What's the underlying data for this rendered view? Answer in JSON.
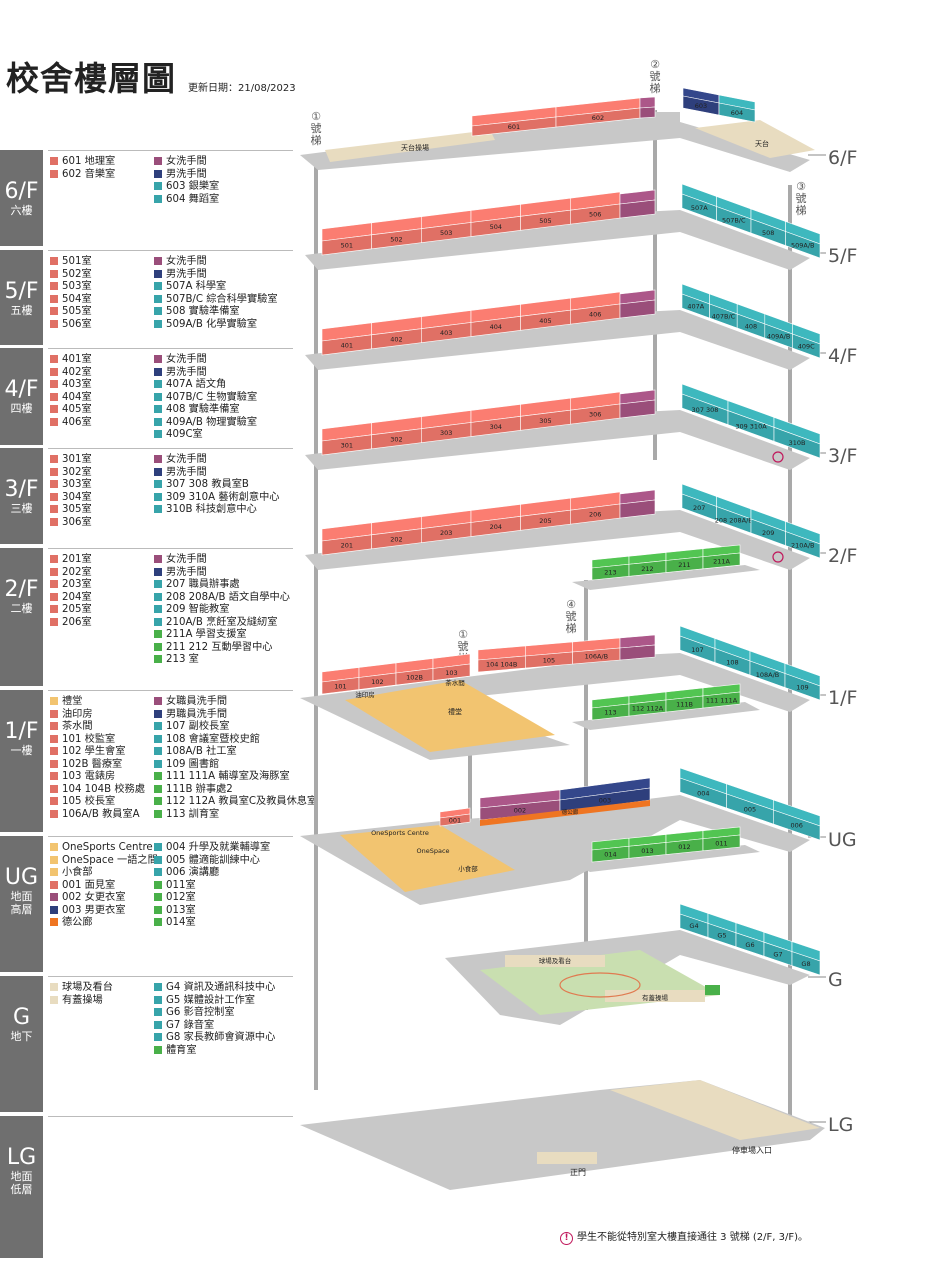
{
  "title": "校舍樓層圖",
  "updated": "更新日期：21/08/2023",
  "note": "學生不能從特別室大樓直接通往 3 號梯 (2/F, 3/F)。",
  "note_mark": "!",
  "colors": {
    "red": "#e07065",
    "purple": "#9a4e7a",
    "navy": "#2e3f7c",
    "teal": "#37a4aa",
    "green": "#49b049",
    "yellow": "#f2c470",
    "orange": "#ef7522",
    "beige": "#e8dcc0",
    "gray": "#c8c8c8",
    "tab": "#6f6f6f"
  },
  "floors": [
    {
      "code": "6/F",
      "zh": "六樓",
      "col1": [
        {
          "c": "red",
          "t": "601 地理室"
        },
        {
          "c": "red",
          "t": "602 音樂室"
        }
      ],
      "col2": [
        {
          "c": "purple",
          "t": "女洗手間"
        },
        {
          "c": "navy",
          "t": "男洗手間"
        },
        {
          "c": "teal",
          "t": "603 銀樂室"
        },
        {
          "c": "teal",
          "t": "604 舞蹈室"
        }
      ]
    },
    {
      "code": "5/F",
      "zh": "五樓",
      "col1": [
        {
          "c": "red",
          "t": "501室"
        },
        {
          "c": "red",
          "t": "502室"
        },
        {
          "c": "red",
          "t": "503室"
        },
        {
          "c": "red",
          "t": "504室"
        },
        {
          "c": "red",
          "t": "505室"
        },
        {
          "c": "red",
          "t": "506室"
        }
      ],
      "col2": [
        {
          "c": "purple",
          "t": "女洗手間"
        },
        {
          "c": "navy",
          "t": "男洗手間"
        },
        {
          "c": "teal",
          "t": "507A 科學室"
        },
        {
          "c": "teal",
          "t": "507B/C 綜合科學實驗室"
        },
        {
          "c": "teal",
          "t": "508 實驗準備室"
        },
        {
          "c": "teal",
          "t": "509A/B 化學實驗室"
        }
      ]
    },
    {
      "code": "4/F",
      "zh": "四樓",
      "col1": [
        {
          "c": "red",
          "t": "401室"
        },
        {
          "c": "red",
          "t": "402室"
        },
        {
          "c": "red",
          "t": "403室"
        },
        {
          "c": "red",
          "t": "404室"
        },
        {
          "c": "red",
          "t": "405室"
        },
        {
          "c": "red",
          "t": "406室"
        }
      ],
      "col2": [
        {
          "c": "purple",
          "t": "女洗手間"
        },
        {
          "c": "navy",
          "t": "男洗手間"
        },
        {
          "c": "teal",
          "t": "407A 語文角"
        },
        {
          "c": "teal",
          "t": "407B/C 生物實驗室"
        },
        {
          "c": "teal",
          "t": "408 實驗準備室"
        },
        {
          "c": "teal",
          "t": "409A/B 物理實驗室"
        },
        {
          "c": "teal",
          "t": "409C室"
        }
      ]
    },
    {
      "code": "3/F",
      "zh": "三樓",
      "col1": [
        {
          "c": "red",
          "t": "301室"
        },
        {
          "c": "red",
          "t": "302室"
        },
        {
          "c": "red",
          "t": "303室"
        },
        {
          "c": "red",
          "t": "304室"
        },
        {
          "c": "red",
          "t": "305室"
        },
        {
          "c": "red",
          "t": "306室"
        }
      ],
      "col2": [
        {
          "c": "purple",
          "t": "女洗手間"
        },
        {
          "c": "navy",
          "t": "男洗手間"
        },
        {
          "c": "teal",
          "t": "307 308 教員室B"
        },
        {
          "c": "teal",
          "t": "309 310A 藝術創意中心"
        },
        {
          "c": "teal",
          "t": "310B 科技創意中心"
        }
      ]
    },
    {
      "code": "2/F",
      "zh": "二樓",
      "col1": [
        {
          "c": "red",
          "t": "201室"
        },
        {
          "c": "red",
          "t": "202室"
        },
        {
          "c": "red",
          "t": "203室"
        },
        {
          "c": "red",
          "t": "204室"
        },
        {
          "c": "red",
          "t": "205室"
        },
        {
          "c": "red",
          "t": "206室"
        }
      ],
      "col2": [
        {
          "c": "purple",
          "t": "女洗手間"
        },
        {
          "c": "navy",
          "t": "男洗手間"
        },
        {
          "c": "teal",
          "t": "207 職員辦事處"
        },
        {
          "c": "teal",
          "t": "208 208A/B 語文自學中心"
        },
        {
          "c": "teal",
          "t": "209 智能教室"
        },
        {
          "c": "teal",
          "t": "210A/B 烹飪室及縫紉室"
        },
        {
          "c": "green",
          "t": "211A 學習支援室"
        },
        {
          "c": "green",
          "t": "211 212 互動學習中心"
        },
        {
          "c": "green",
          "t": "213 室"
        }
      ]
    },
    {
      "code": "1/F",
      "zh": "一樓",
      "col1": [
        {
          "c": "yellow",
          "t": "禮堂"
        },
        {
          "c": "red",
          "t": "油印房"
        },
        {
          "c": "red",
          "t": "茶水間"
        },
        {
          "c": "red",
          "t": "101 校監室"
        },
        {
          "c": "red",
          "t": "102 學生會室"
        },
        {
          "c": "red",
          "t": "102B 醫療室"
        },
        {
          "c": "red",
          "t": "103 電錶房"
        },
        {
          "c": "red",
          "t": "104 104B 校務處"
        },
        {
          "c": "red",
          "t": "105 校長室"
        },
        {
          "c": "red",
          "t": "106A/B 教員室A"
        }
      ],
      "col2": [
        {
          "c": "purple",
          "t": "女職員洗手間"
        },
        {
          "c": "navy",
          "t": "男職員洗手間"
        },
        {
          "c": "teal",
          "t": "107 副校長室"
        },
        {
          "c": "teal",
          "t": "108 會議室暨校史館"
        },
        {
          "c": "teal",
          "t": "108A/B 社工室"
        },
        {
          "c": "teal",
          "t": "109 圖書館"
        },
        {
          "c": "green",
          "t": "111 111A 輔導室及海豚室"
        },
        {
          "c": "green",
          "t": "111B 辦事處2"
        },
        {
          "c": "green",
          "t": "112 112A 教員室C及教員休息室"
        },
        {
          "c": "green",
          "t": "113 訓育室"
        }
      ]
    },
    {
      "code": "UG",
      "zh": "地面\n高層",
      "col1": [
        {
          "c": "yellow",
          "t": "OneSports Centre"
        },
        {
          "c": "yellow",
          "t": "OneSpace 一語之間"
        },
        {
          "c": "yellow",
          "t": "小食部"
        },
        {
          "c": "red",
          "t": "001 面見室"
        },
        {
          "c": "purple",
          "t": "002 女更衣室"
        },
        {
          "c": "navy",
          "t": "003 男更衣室"
        },
        {
          "c": "orange",
          "t": "德公廊"
        }
      ],
      "col2": [
        {
          "c": "teal",
          "t": "004 升學及就業輔導室"
        },
        {
          "c": "teal",
          "t": "005 體適能訓練中心"
        },
        {
          "c": "teal",
          "t": "006 演講廳"
        },
        {
          "c": "green",
          "t": "011室"
        },
        {
          "c": "green",
          "t": "012室"
        },
        {
          "c": "green",
          "t": "013室"
        },
        {
          "c": "green",
          "t": "014室"
        }
      ]
    },
    {
      "code": "G",
      "zh": "地下",
      "col1": [
        {
          "c": "beige",
          "t": "球場及看台"
        },
        {
          "c": "beige",
          "t": "有蓋操場"
        }
      ],
      "col2": [
        {
          "c": "teal",
          "t": "G4 資訊及通訊科技中心"
        },
        {
          "c": "teal",
          "t": "G5 媒體設計工作室"
        },
        {
          "c": "teal",
          "t": "G6 影音控制室"
        },
        {
          "c": "teal",
          "t": "G7 錄音室"
        },
        {
          "c": "teal",
          "t": "G8 家長教師會資源中心"
        },
        {
          "c": "green",
          "t": "體育室"
        }
      ]
    },
    {
      "code": "LG",
      "zh": "地面\n低層",
      "col1": [],
      "col2": []
    }
  ],
  "floor_labels": [
    "6/F",
    "5/F",
    "4/F",
    "3/F",
    "2/F",
    "1/F",
    "UG",
    "G",
    "LG"
  ],
  "stairs": {
    "s1": "①\n號\n梯",
    "s2": "②\n號\n梯",
    "s3": "③\n號\n梯",
    "s4": "④\n號\n梯",
    "s1b": "①\n號\n梯"
  },
  "labels": {
    "roof_court": "天台操場",
    "roof": "天台",
    "hall": "禮堂",
    "tea": "茶水間",
    "print": "油印房",
    "onesports": "OneSports Centre",
    "onespace": "OneSpace",
    "tuck": "小食部",
    "deg": "德公廊",
    "court": "球場及看台",
    "covered": "有蓋操場",
    "main_gate": "正門",
    "car_park": "停車場入口"
  },
  "rooms": {
    "f6": [
      "601",
      "602"
    ],
    "f6e": [
      "603",
      "604"
    ],
    "f5": [
      "501",
      "502",
      "503",
      "504",
      "505",
      "506"
    ],
    "f5e": [
      "507A",
      "507B/C",
      "508",
      "509A/B"
    ],
    "f4": [
      "401",
      "402",
      "403",
      "404",
      "405",
      "406"
    ],
    "f4e": [
      "407A",
      "407B/C",
      "408",
      "409A/B",
      "409C"
    ],
    "f3": [
      "301",
      "302",
      "303",
      "304",
      "305",
      "306"
    ],
    "f3e": [
      "307 308",
      "309 310A",
      "310B"
    ],
    "f2": [
      "201",
      "202",
      "203",
      "204",
      "205",
      "206"
    ],
    "f2e": [
      "207",
      "208 208A/B",
      "209",
      "210A/B"
    ],
    "f2g": [
      "213",
      "212",
      "211",
      "211A"
    ],
    "f1": [
      "101",
      "102",
      "102B",
      "103",
      "104 104B",
      "105",
      "106A/B"
    ],
    "f1e": [
      "107",
      "108",
      "108A/B",
      "109"
    ],
    "f1g": [
      "113",
      "112 112A",
      "111B",
      "111 111A"
    ],
    "ug": [
      "001",
      "002",
      "003"
    ],
    "uge": [
      "004",
      "005",
      "006"
    ],
    "ugg": [
      "014",
      "013",
      "012",
      "011"
    ],
    "g": [
      "G4",
      "G5",
      "G6",
      "G7",
      "G8"
    ]
  }
}
